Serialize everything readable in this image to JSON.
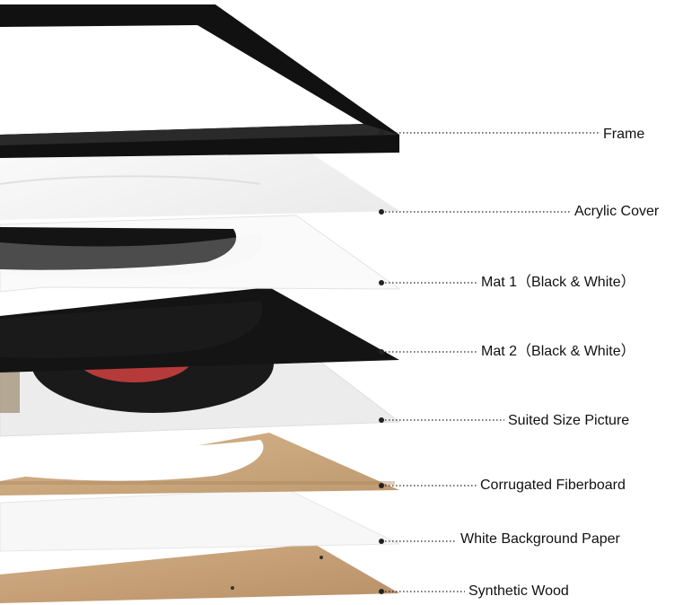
{
  "layers": [
    {
      "label": "Frame",
      "kind": "frame"
    },
    {
      "label": "Acrylic Cover",
      "kind": "acrylic"
    },
    {
      "label": "Mat 1（Black & White）",
      "kind": "mat-white"
    },
    {
      "label": "Mat 2（Black & White）",
      "kind": "mat-black"
    },
    {
      "label": "Suited Size Picture",
      "kind": "picture"
    },
    {
      "label": "Corrugated Fiberboard",
      "kind": "fiberboard"
    },
    {
      "label": "White Background Paper",
      "kind": "paper"
    },
    {
      "label": "Synthetic Wood",
      "kind": "wood"
    }
  ],
  "colors": {
    "frame": "#111111",
    "acrylic": "#f2f2f2",
    "mat_white": "#fafafa",
    "mat_black": "#141414",
    "picture": "#ededed",
    "fiberboard": "#c7a37a",
    "paper": "#f7f7f7",
    "wood": "#c49d76",
    "record": "#1a1a1a",
    "record_label": "#b73a3a",
    "leader": "#222222"
  }
}
